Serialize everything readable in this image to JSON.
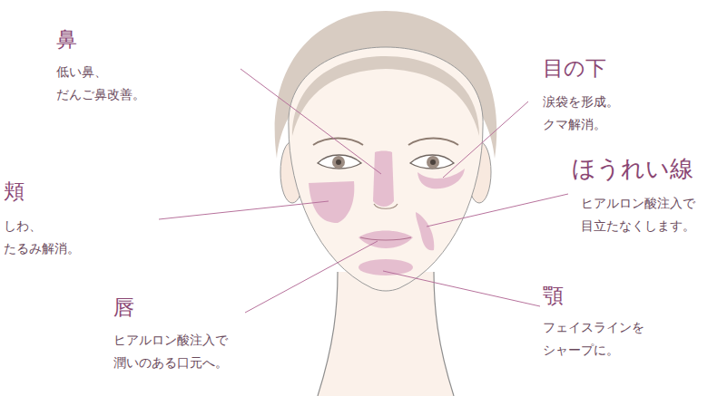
{
  "diagram": {
    "labels": [
      "鼻",
      "低い鼻、だんご鼻改善。",
      "目の下",
      "涙袋を形成。クマ解消。",
      "頬",
      "しわ、たるみ解消。",
      "ほうれい線",
      "ヒアルロン酸注入で 目立たなくします。",
      "唇",
      "ヒアルロン酸注入で 潤いのある口元へ。",
      "顎",
      "フェイスラインを シャープに。"
    ]
  }
}
